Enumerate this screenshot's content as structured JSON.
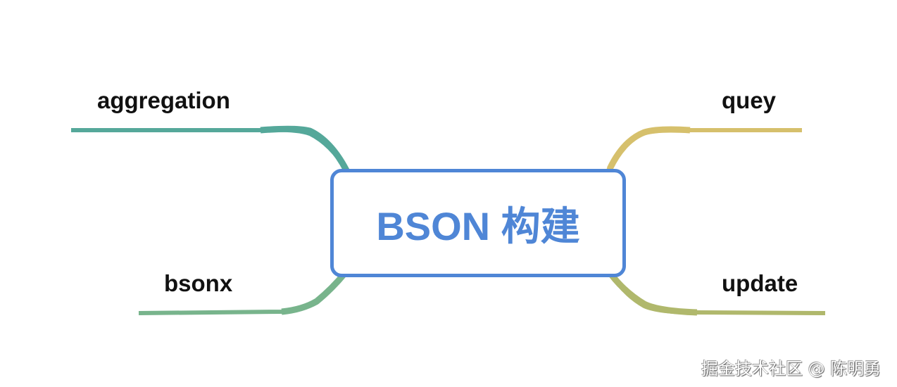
{
  "diagram": {
    "type": "mind-map",
    "center": {
      "label": "BSON 构建",
      "border_color": "#4f86d6",
      "text_color": "#4f86d6"
    },
    "branches": [
      {
        "label": "aggregation",
        "side": "left",
        "position": "top",
        "color": "#55a89a"
      },
      {
        "label": "bsonx",
        "side": "left",
        "position": "bottom",
        "color": "#78b48c"
      },
      {
        "label": "quey",
        "side": "right",
        "position": "top",
        "color": "#d6c06c"
      },
      {
        "label": "update",
        "side": "right",
        "position": "bottom",
        "color": "#b0b86c"
      }
    ]
  },
  "watermark": "掘金技术社区 @ 陈明勇"
}
